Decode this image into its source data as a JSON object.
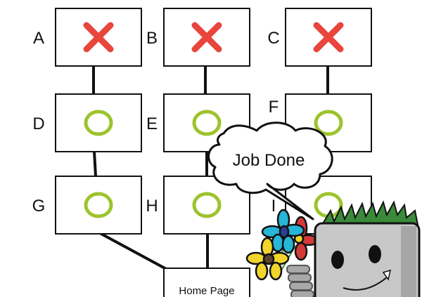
{
  "nodes": [
    {
      "label": "A",
      "status": "failed",
      "icon": "red-x-icon"
    },
    {
      "label": "B",
      "status": "failed",
      "icon": "red-x-icon"
    },
    {
      "label": "C",
      "status": "failed",
      "icon": "red-x-icon"
    },
    {
      "label": "D",
      "status": "ok",
      "icon": "green-circle-icon"
    },
    {
      "label": "E",
      "status": "ok",
      "icon": "green-circle-icon"
    },
    {
      "label": "F",
      "status": "ok",
      "icon": "green-circle-icon"
    },
    {
      "label": "G",
      "status": "ok",
      "icon": "green-circle-icon"
    },
    {
      "label": "H",
      "status": "ok",
      "icon": "green-circle-icon"
    },
    {
      "label": "I",
      "status": "ok",
      "icon": "green-circle-icon"
    }
  ],
  "home": {
    "label": "Home Page"
  },
  "bubble": {
    "text": "Job Done"
  },
  "colors": {
    "fail": "#e8453c",
    "ok": "#9dc32d",
    "hair": "#3a8a3a",
    "robot": "#c8c8c8"
  }
}
